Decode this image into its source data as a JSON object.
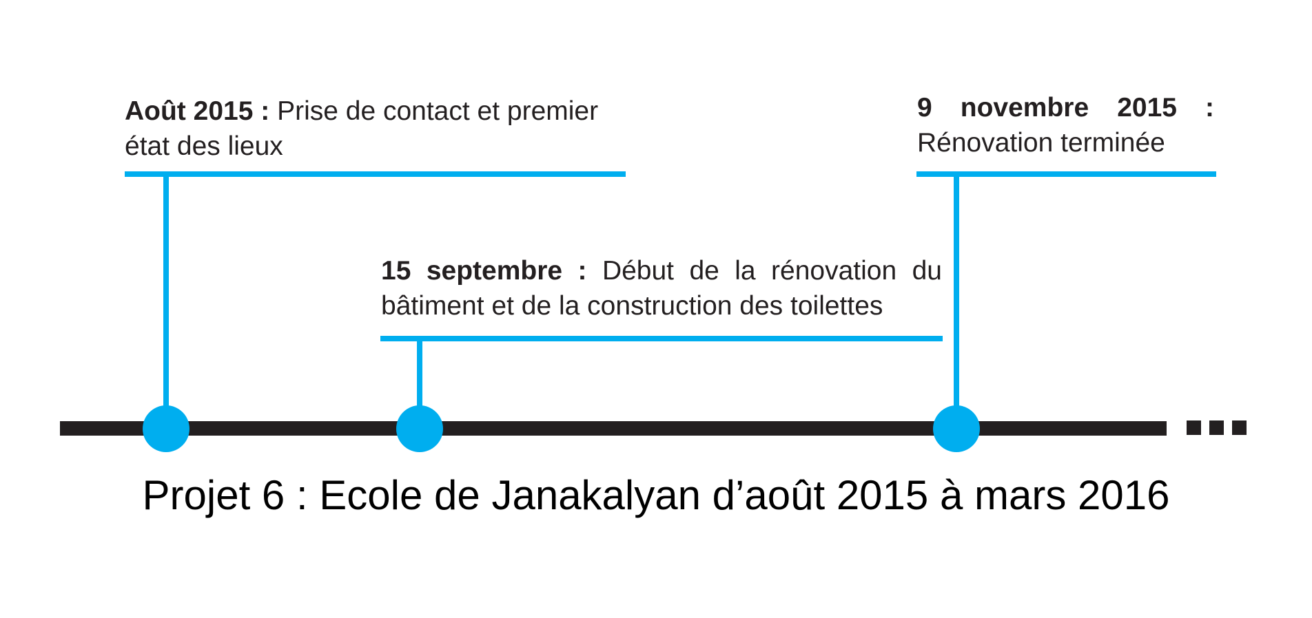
{
  "events": [
    {
      "date": "Août 2015 :",
      "description": "Prise de contact et premier état des lieux"
    },
    {
      "date": "15 septembre :",
      "description": "Début de la rénovation du bâtiment et de la construction des toilettes"
    },
    {
      "date": "9 novembre 2015 :",
      "description": "Rénovation terminée"
    }
  ],
  "title": "Projet 6 : Ecole de Janakalyan d’août 2015 à mars 2016",
  "continuation": "more-dots",
  "colors": {
    "accent": "#00aeef",
    "axis": "#231f20",
    "text": "#231f20"
  }
}
